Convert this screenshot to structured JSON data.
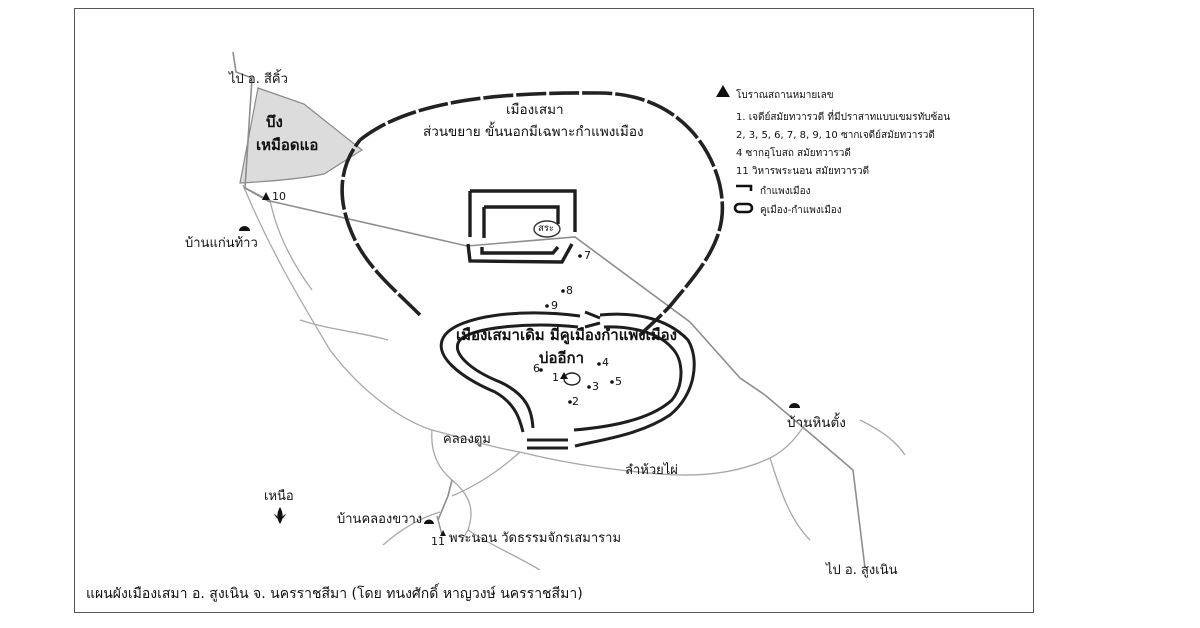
{
  "map": {
    "caption": "แผนผังเมืองเสมา อ. สูงเนิน จ. นครราชสีมา (โดย ทนงศักดิ์ หาญวงษ์ นครราชสีมา)",
    "labels": {
      "to_sikhio": "ไป อ. สีคิ้ว",
      "bueng_line1": "บึง",
      "bueng_line2": "เหมือดแอ",
      "mueang_sema": "เมืองเสมา",
      "extension": "ส่วนขยาย ขั้นนอกมีเฉพาะกำแพงเมือง",
      "sa": "สระ",
      "old_city": "เมืองเสมาเดิม มีคูเมืองกำแพงเมือง",
      "bo_ika": "บ่ออีกา",
      "ban_kaen_thao": "บ้านแก่นท้าว",
      "ban_hin_tang": "บ้านหินตั้ง",
      "khlong_tum": "คลองตูม",
      "lam_huai_phai": "ลำห้วยไผ่",
      "north": "เหนือ",
      "ban_khlong_khwang": "บ้านคลองขวาง",
      "phra_non_site": "พระนอน วัดธรรมจักรเสมาราม",
      "to_sung_noen": "ไป อ. สูงเนิน"
    },
    "sites": [
      "1",
      "2",
      "3",
      "4",
      "5",
      "6",
      "7",
      "8",
      "9",
      "10",
      "11"
    ]
  },
  "legend": {
    "title": "โบราณสถานหมายเลข",
    "item1": "1. เจดีย์สมัยทวารวดี ที่มีปราสาทแบบเขมรทับซ้อน",
    "item2": "2, 3, 5, 6, 7, 8, 9, 10 ซากเจดีย์สมัยทวารวดี",
    "item3": "4 ซากอุโบสถ สมัยทวารวดี",
    "item4": "11 วิหารพระนอน สมัยทวารวดี",
    "wall": "กำแพงเมือง",
    "moat_wall": "คูเมือง-กำแพงเมือง"
  }
}
